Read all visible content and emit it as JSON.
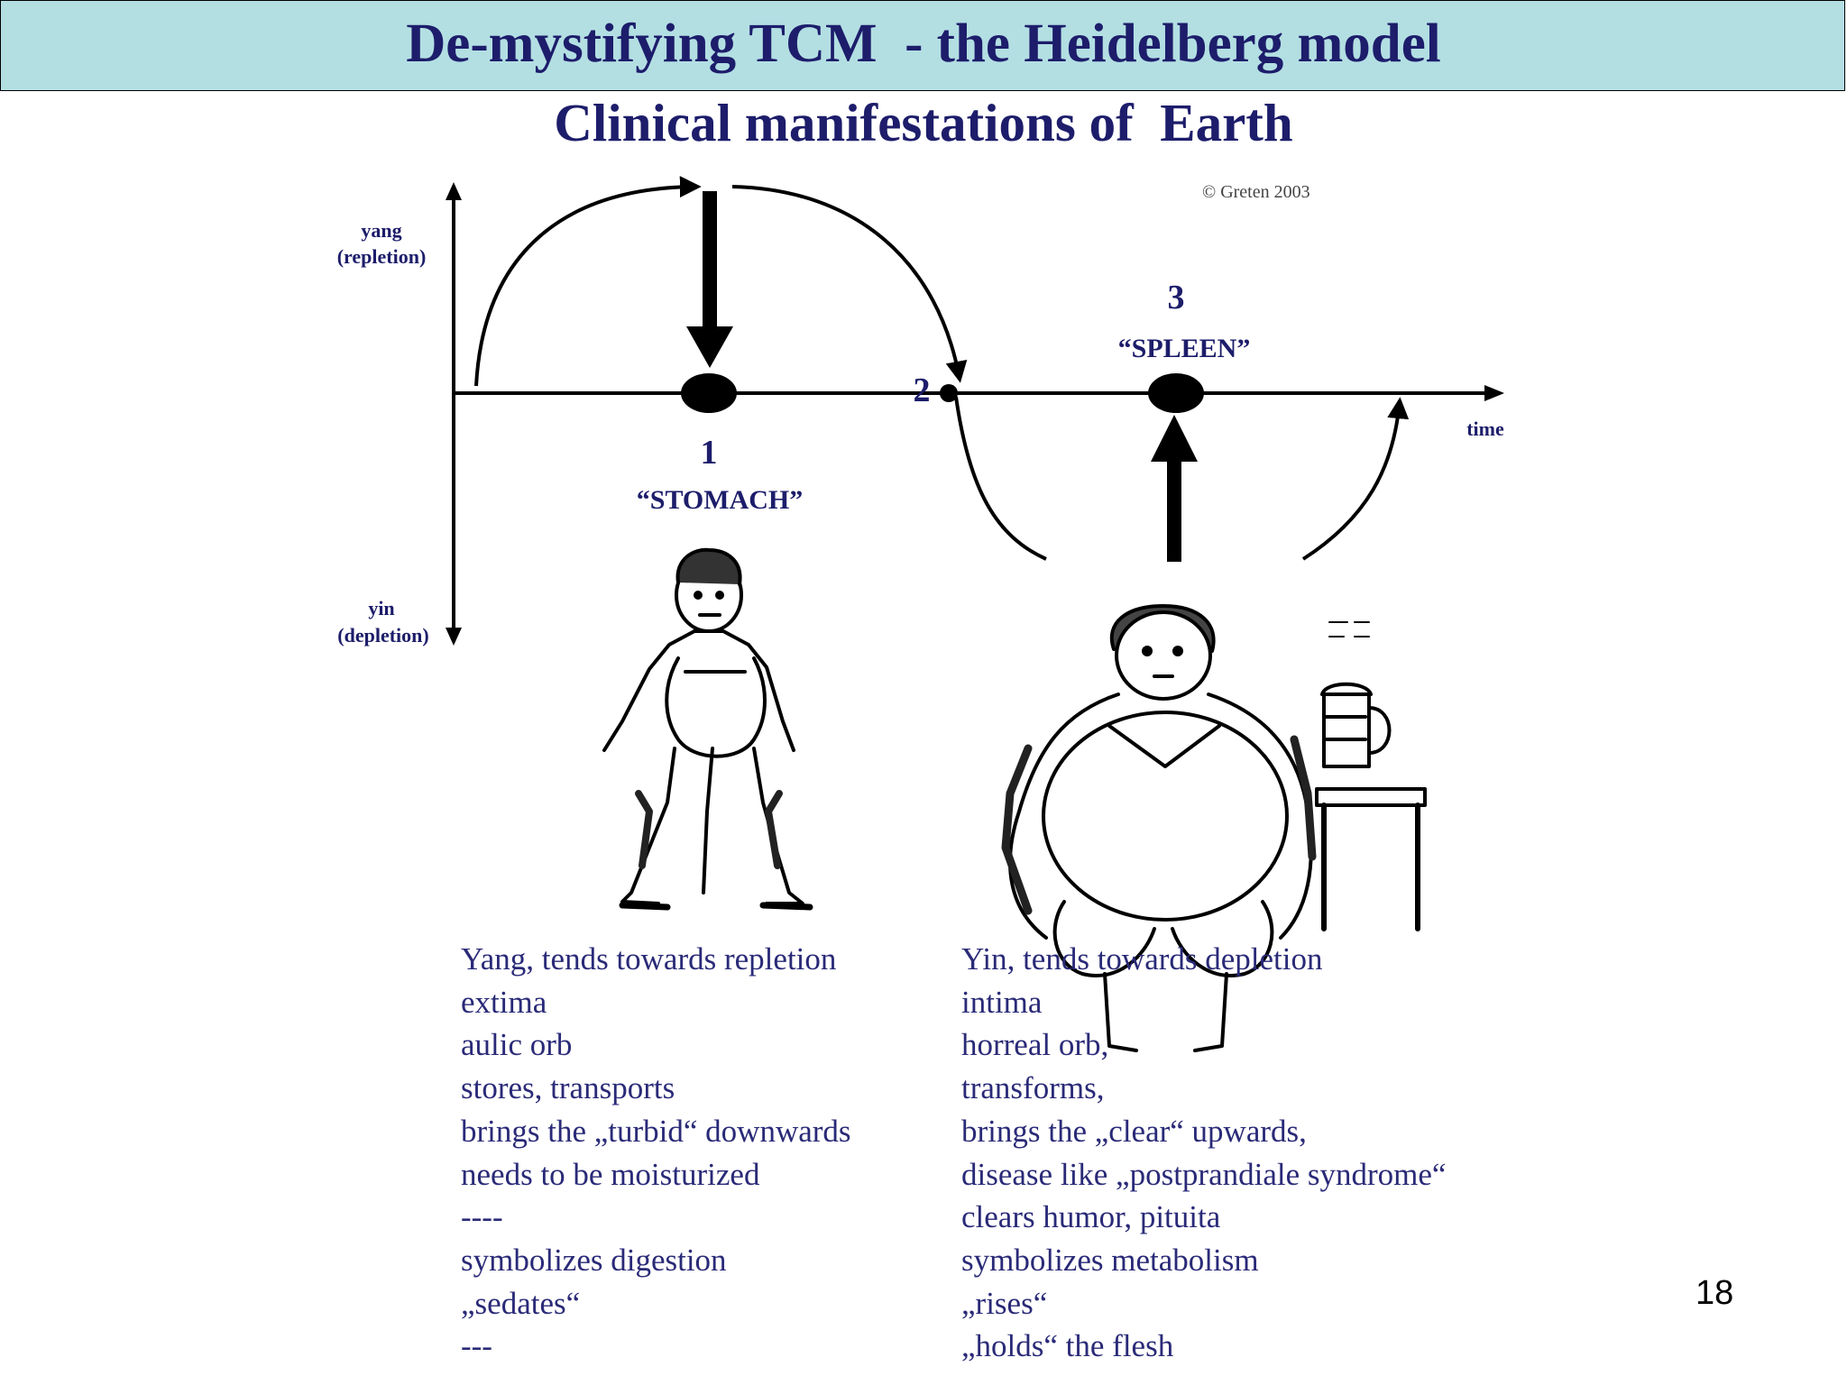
{
  "slide": {
    "title": "De-mystifying TCM  - the Heidelberg model",
    "subtitle": "Clinical manifestations of  Earth",
    "page_number": "18",
    "colors": {
      "title_bar": "#b3dfe3",
      "title_text": "#1d1d6b",
      "diagram_ink": "#000000"
    }
  },
  "diagram": {
    "copyright": "© Greten 2003",
    "yang_label": "yang",
    "yang_sub": "(repletion)",
    "yin_label": "yin",
    "yin_sub": "(depletion)",
    "time_label": "time",
    "point1_number": "1",
    "point1_label": "“STOMACH”",
    "point2_number": "2",
    "point3_number": "3",
    "point3_label": "“SPLEEN”",
    "figure_left": "thin-standing-man-illustration",
    "figure_right": "obese-seated-man-with-beer-mug-illustration"
  },
  "columns": {
    "left": [
      "Yang, tends towards repletion",
      "extima",
      "aulic orb",
      "stores, transports",
      "brings the „turbid“ downwards",
      "needs to be moisturized",
      "----",
      "symbolizes digestion",
      "„sedates“",
      "---"
    ],
    "right": [
      "Yin, tends towards depletion",
      "intima",
      "horreal orb,",
      "transforms,",
      "brings the „clear“ upwards,",
      "disease like „postprandiale syndrome“",
      "clears humor, pituita",
      "symbolizes metabolism",
      "„rises“",
      "„holds“ the flesh"
    ]
  }
}
